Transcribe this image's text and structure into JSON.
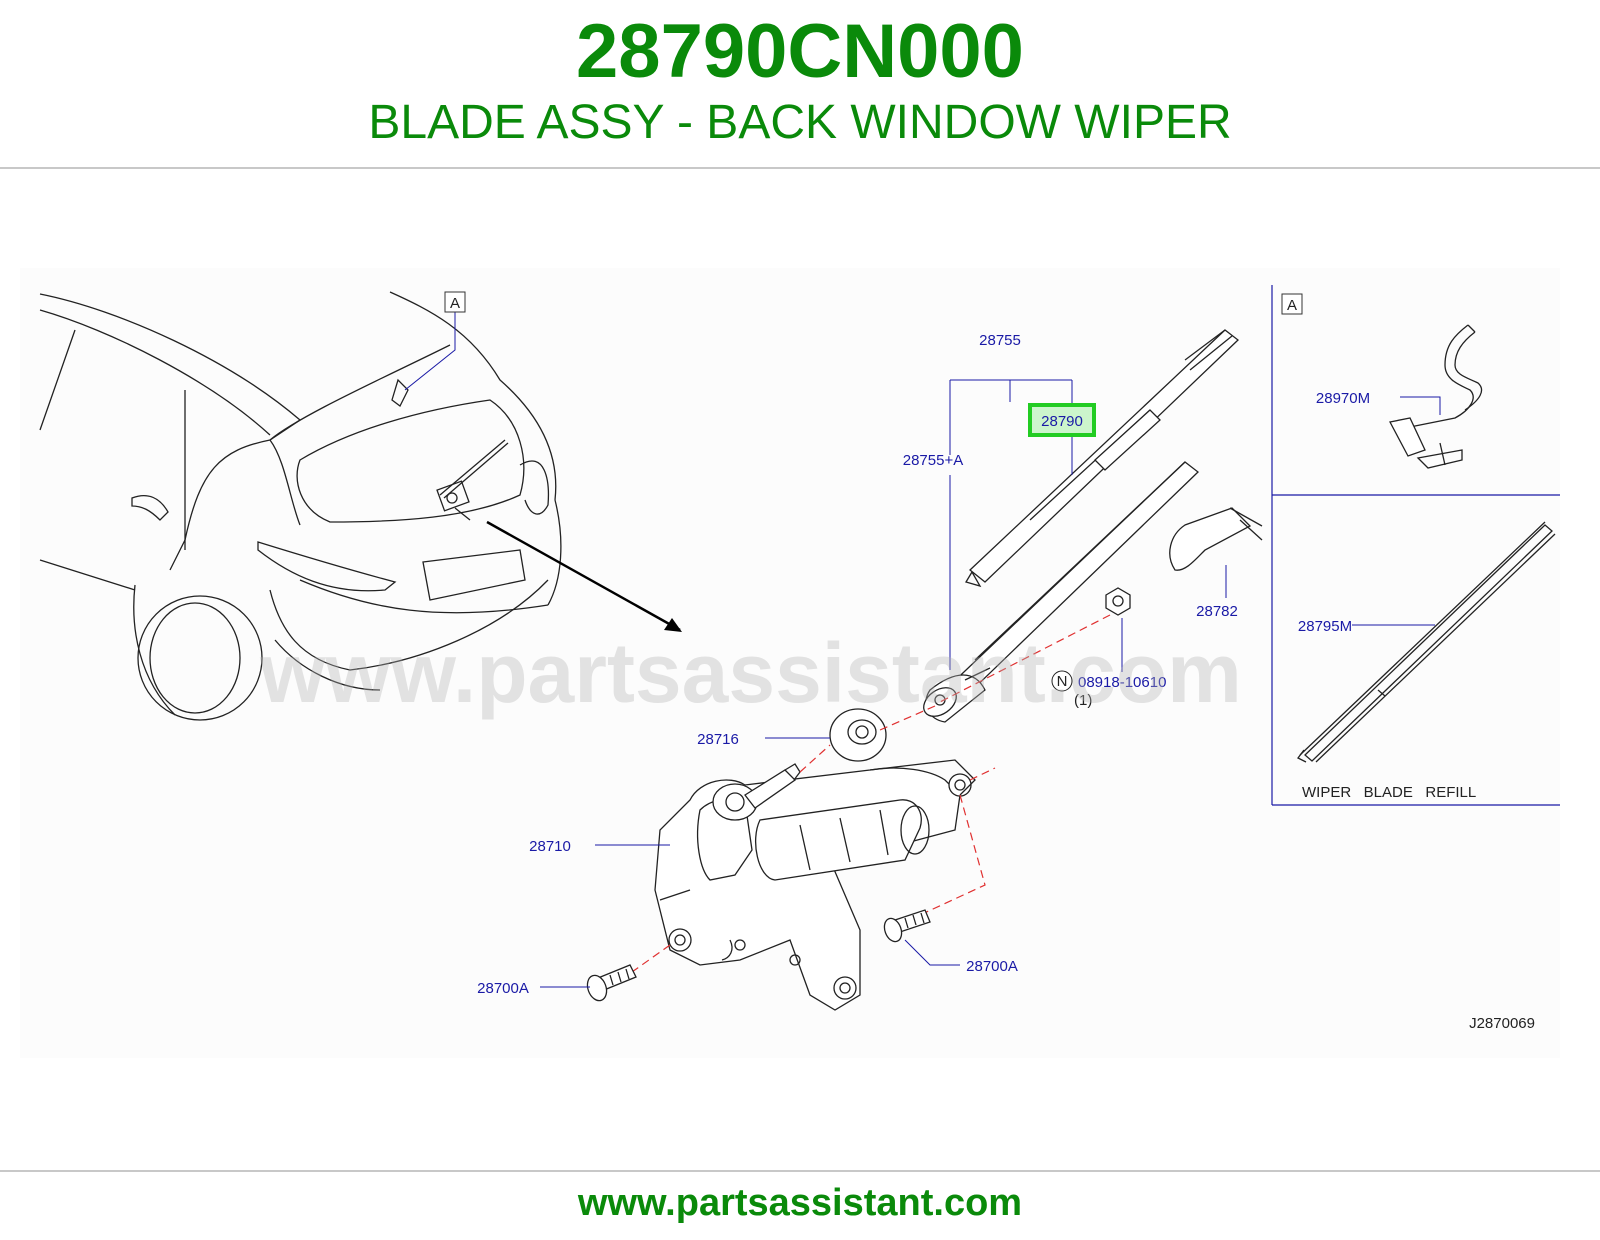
{
  "header": {
    "part_number": "28790CN000",
    "part_title": "BLADE ASSY - BACK WINDOW WIPER"
  },
  "diagram": {
    "watermark": "www.partsassistant.com",
    "callouts": {
      "ref_a_main": "A",
      "ref_a_inset": "A",
      "p28755": "28755",
      "p28790": "28790",
      "p28755a": "28755+A",
      "p28782": "28782",
      "p08918": "08918-10610",
      "n_marker": "N",
      "qty": "(1)",
      "p28716": "28716",
      "p28710": "28710",
      "p28700a_right": "28700A",
      "p28700a_left": "28700A",
      "p28970m": "28970M",
      "p28795m": "28795M"
    },
    "inset_caption": "WIPER   BLADE   REFILL",
    "diagram_code": "J2870069",
    "highlight_color": "#22cc22"
  },
  "footer": {
    "url": "www.partsassistant.com"
  },
  "colors": {
    "brand_green": "#0a8a0a",
    "label_blue": "#1a1aa6",
    "dash_red": "#e03030"
  }
}
